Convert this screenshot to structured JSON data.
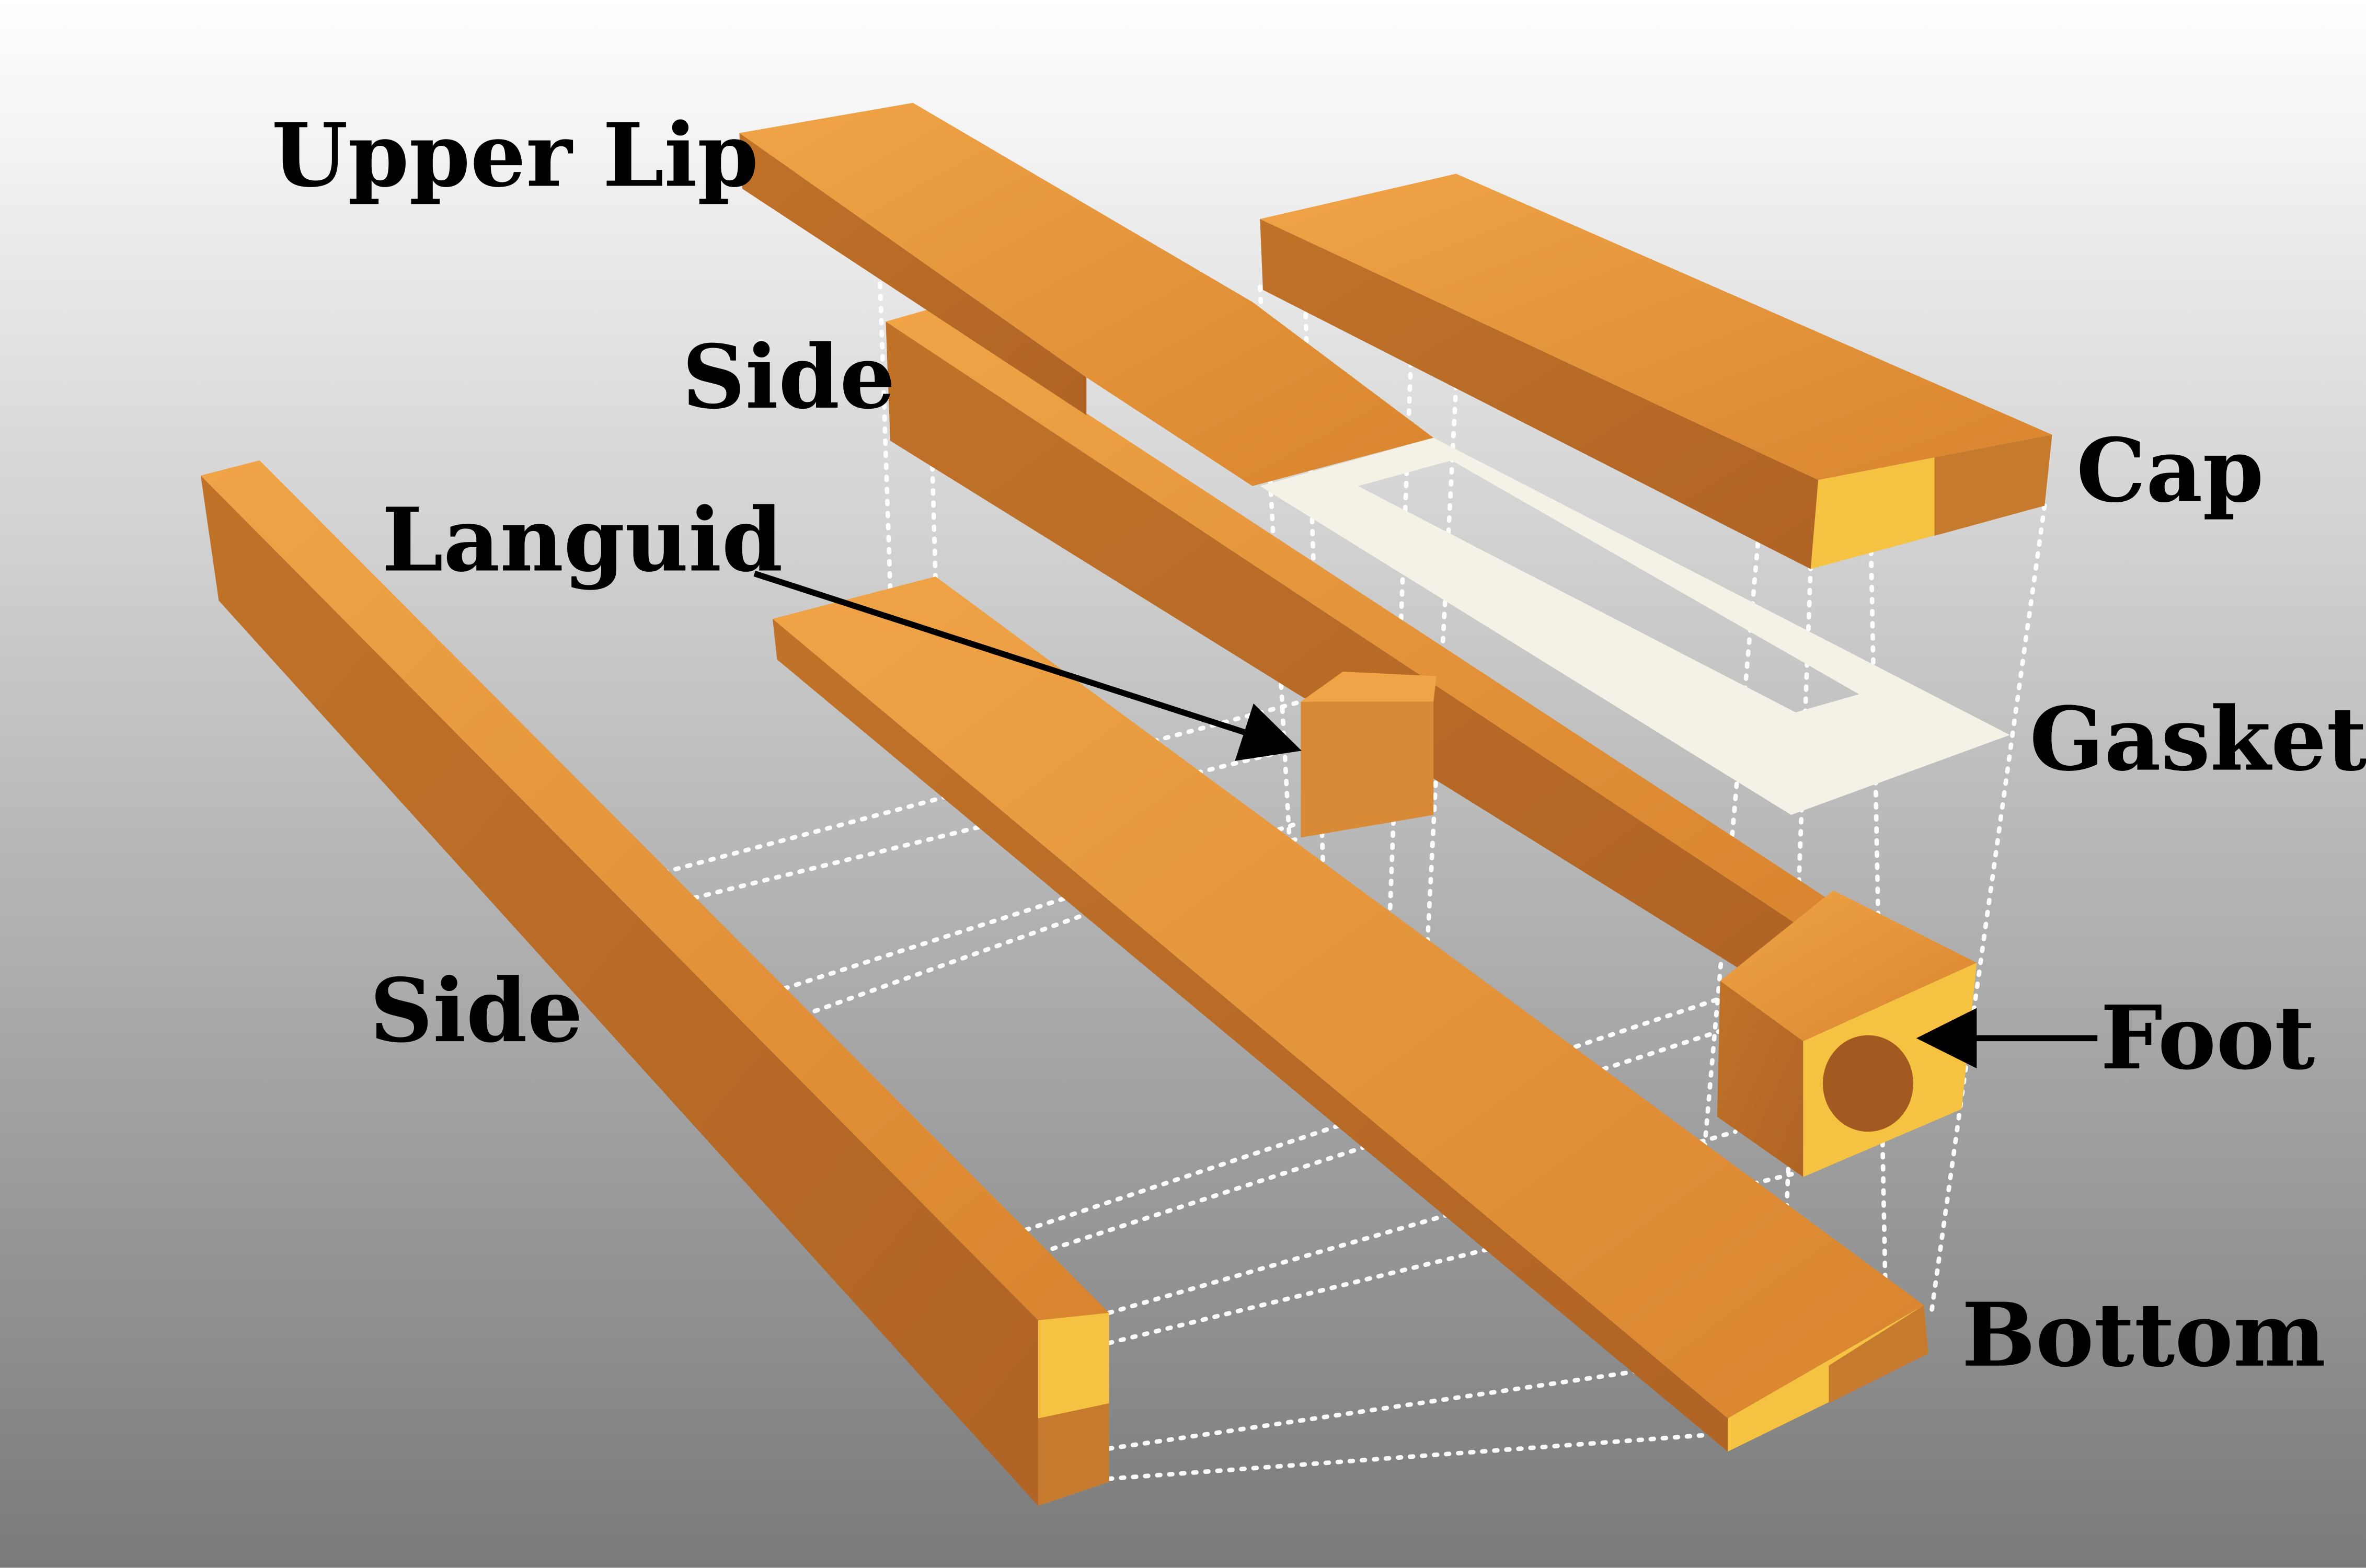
{
  "title": "Exploded view of a wooden organ pipe",
  "labels": {
    "upper_lip": "Upper Lip",
    "side_back": "Side",
    "cap": "Cap",
    "languid": "Languid",
    "gasket": "Gasket",
    "side_front": "Side",
    "foot": "Foot",
    "bottom": "Bottom"
  },
  "colors": {
    "wood_top": "#e8963a",
    "wood_side": "#c87a2c",
    "wood_end": "#f5c341",
    "gasket": "#f4f1e6",
    "background_top": "#ffffff",
    "background_bottom": "#7a7a7a"
  }
}
